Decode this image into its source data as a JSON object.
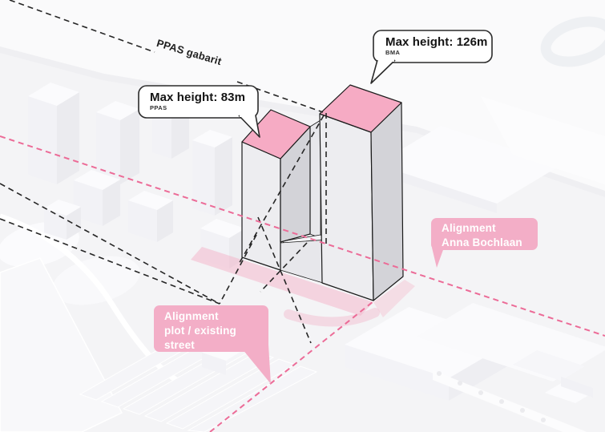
{
  "labels": {
    "gabarit": "PPAS gabarit"
  },
  "callouts": {
    "height83": {
      "title": "Max height: 83m",
      "tag": "PPAS"
    },
    "height126": {
      "title": "Max height: 126m",
      "tag": "BMA"
    }
  },
  "alignments": {
    "anna": {
      "line1": "Alignment",
      "line2": "Anna Bochlaan"
    },
    "plot": {
      "line1": "Alignment",
      "line2": "plot / existing",
      "line3": "street"
    }
  },
  "colors": {
    "pink_top": "#f6abc4",
    "pink_dash": "#ec6b97",
    "pink_bubble": "#f3aec7",
    "pink_ground": "#f3b1c7",
    "black_dash": "#262626",
    "callout_border": "#2b2b2b",
    "building_front": "#ededf0",
    "building_side": "#d3d3d8",
    "building_inner": "#e7e7eb",
    "courtyard_floor": "#f2f2f5"
  }
}
